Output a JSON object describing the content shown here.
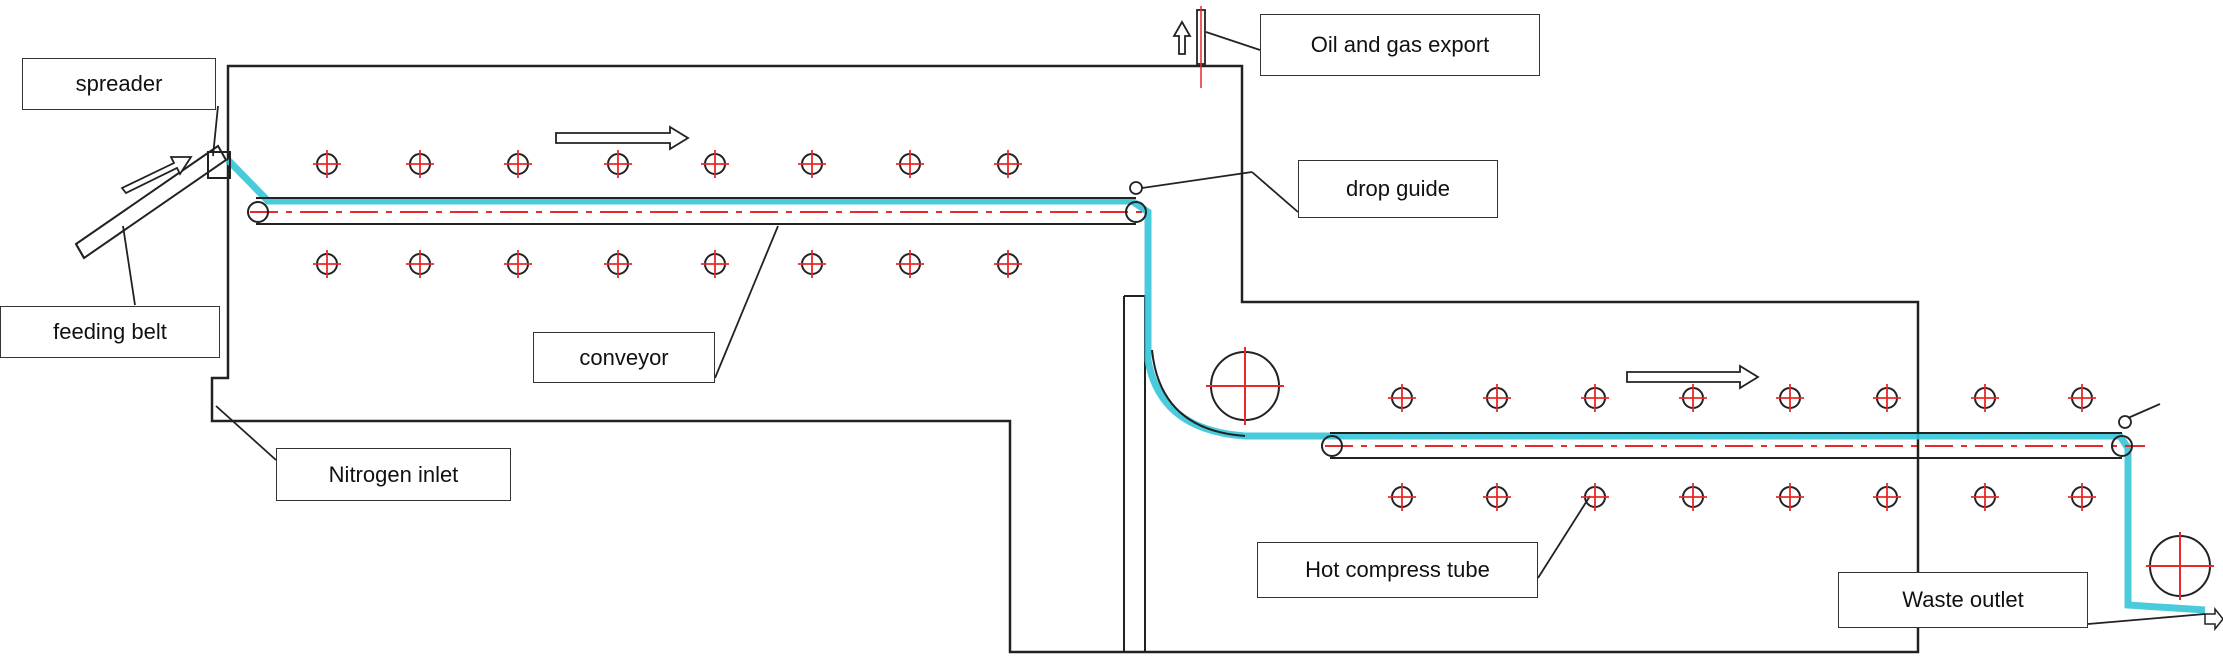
{
  "labels": {
    "spreader": "spreader",
    "feeding_belt": "feeding belt",
    "conveyor": "conveyor",
    "nitrogen_inlet": "Nitrogen inlet",
    "oil_gas_export": "Oil and gas export",
    "drop_guide": "drop guide",
    "hot_compress_tube": "Hot compress tube",
    "waste_outlet": "Waste outlet"
  },
  "colors": {
    "outline": "#222222",
    "belt_material": "#35c5d8",
    "centerline": "#e8282a"
  }
}
